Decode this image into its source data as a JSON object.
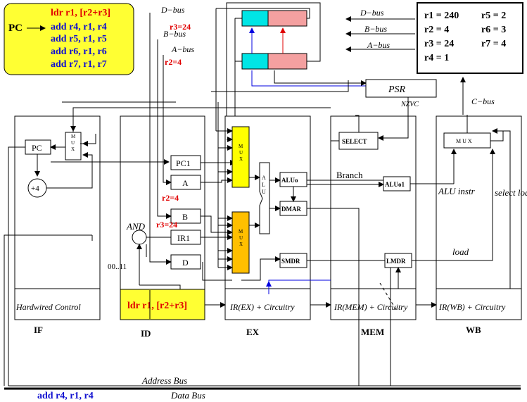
{
  "program": {
    "pc_label": "PC",
    "lines": [
      {
        "text": "ldr r1, [r2+r3]",
        "color": "#e00000"
      },
      {
        "text": "add r4, r1, r4",
        "color": "#1010d0"
      },
      {
        "text": "add r5, r1, r5",
        "color": "#1010d0"
      },
      {
        "text": "add r6, r1, r6",
        "color": "#1010d0"
      },
      {
        "text": "add r7, r1, r7",
        "color": "#1010d0"
      }
    ],
    "bg_color": "#ffff33"
  },
  "registers": {
    "col1": [
      "r1 = 240",
      "r2 = 4",
      "r3 = 24",
      "r4 = 1"
    ],
    "col2": [
      "r5 = 2",
      "r6 = 3",
      "r7 = 4"
    ]
  },
  "buses": {
    "d_bus": "D−bus",
    "b_bus": "B−bus",
    "a_bus": "A−bus",
    "c_bus": "C−bus",
    "address_bus": "Address Bus",
    "data_bus": "Data Bus"
  },
  "annotations": {
    "r3_top": "r3=24",
    "r2_top": "r2=4",
    "r2_mid": "r2=4",
    "r3_mid": "r3=24",
    "data_bus_value": "add r4, r1, r4"
  },
  "psr": {
    "label": "PSR",
    "flags": "NZVC"
  },
  "stages": {
    "if": "IF",
    "id": "ID",
    "ex": "EX",
    "mem": "MEM",
    "wb": "WB"
  },
  "components": {
    "pc": "PC",
    "inc": "+4",
    "if_mux": "M U X",
    "hardwired": "Hardwired Control",
    "and": "AND",
    "and_bits": "00..11",
    "pc1": "PC1",
    "a": "A",
    "b": "B",
    "ir1": "IR1",
    "d": "D",
    "id_ir": "ldr r1, [r2+r3]",
    "ex_mux": "M U X",
    "alu": "A L U",
    "aluo": "ALUo",
    "dmar": "DMAR",
    "smdr": "SMDR",
    "ir_ex": "IR(EX) + Circuitry",
    "select": "SELECT",
    "branch": "Branch",
    "aluo1": "ALUo1",
    "lmdr": "LMDR",
    "ir_mem": "IR(MEM) + Circuitry",
    "wb_mux": "M U X",
    "alu_instr": "ALU instr",
    "select_load": "select load",
    "load": "load",
    "ir_wb": "IR(WB) + Circuitry"
  },
  "colors": {
    "cyan": "#00e5e5",
    "pink": "#f4a0a0",
    "mux_yellow": "#ffff00",
    "mux_orange": "#ffbf00",
    "red_wire": "#e00000",
    "blue_wire": "#0000e0"
  }
}
